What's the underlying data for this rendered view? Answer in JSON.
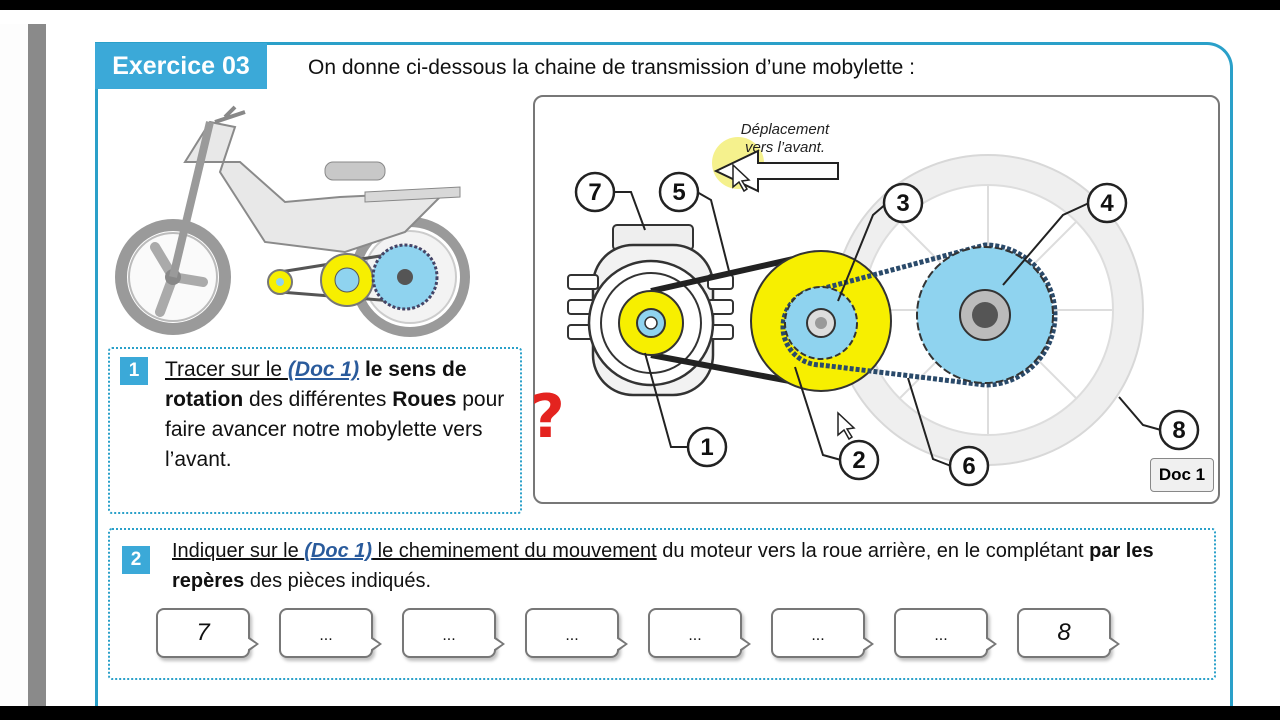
{
  "exercise": {
    "tag": "Exercice 03",
    "intro": "On donne ci-dessous la chaine de transmission d’une mobylette :"
  },
  "doc": {
    "label": "Doc 1",
    "direction_line1": "Déplacement",
    "direction_line2": "vers l’avant.",
    "markers": [
      "7",
      "5",
      "3",
      "4",
      "1",
      "2",
      "6",
      "8"
    ]
  },
  "q1": {
    "number": "1",
    "t1": "Tracer sur le ",
    "t2": "(Doc 1)",
    "t3": " le sens de rotation",
    "t4": " des différentes ",
    "t5": "Roues",
    "t6": " pour faire avancer notre mobylette  vers l’avant."
  },
  "q2": {
    "number": "2",
    "t1": "Indiquer sur le ",
    "t2": "(Doc 1)",
    "t3": " le cheminement du mouvement",
    "t4": " du moteur vers la roue arrière, en le complétant ",
    "t5": "par les repères",
    "t6": " des pièces indiqués."
  },
  "question_mark": "?",
  "answers": [
    "7",
    "...",
    "...",
    "...",
    "...",
    "...",
    "...",
    "8"
  ],
  "colors": {
    "accent": "#3ba9d8",
    "pulley_yellow": "#f7ef00",
    "sprocket_blue": "#8fd3ef",
    "question_red": "#e4231f"
  }
}
